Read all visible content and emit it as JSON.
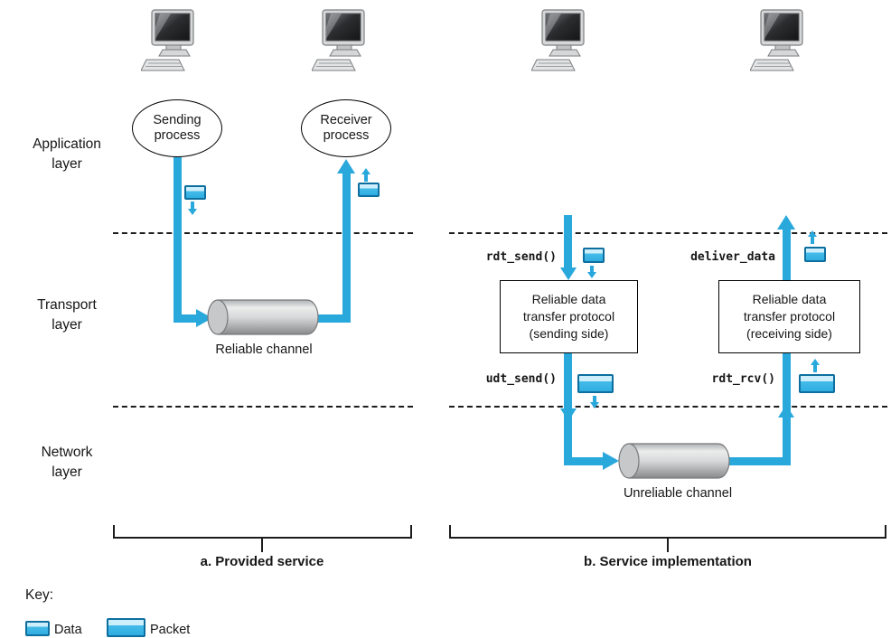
{
  "colors": {
    "flow_blue": "#29a8dc",
    "packet_fill": "#45bce9",
    "packet_border": "#0e6f9f"
  },
  "layers": {
    "application": {
      "line1": "Application",
      "line2": "layer"
    },
    "transport": {
      "line1": "Transport",
      "line2": "layer"
    },
    "network": {
      "line1": "Network",
      "line2": "layer"
    }
  },
  "panel_a": {
    "sending_process": {
      "line1": "Sending",
      "line2": "process"
    },
    "receiver_process": {
      "line1": "Receiver",
      "line2": "process"
    },
    "channel_label": "Reliable channel",
    "caption": "a. Provided service"
  },
  "panel_b": {
    "rdt_send": "rdt_send()",
    "deliver_data": "deliver_data",
    "udt_send": "udt_send()",
    "rdt_rcv": "rdt_rcv()",
    "sending_box": {
      "line1": "Reliable data",
      "line2": "transfer protocol",
      "line3": "(sending side)"
    },
    "receiving_box": {
      "line1": "Reliable data",
      "line2": "transfer protocol",
      "line3": "(receiving side)"
    },
    "channel_label": "Unreliable channel",
    "caption": "b. Service implementation"
  },
  "key": {
    "title": "Key:",
    "data_label": "Data",
    "packet_label": "Packet"
  }
}
